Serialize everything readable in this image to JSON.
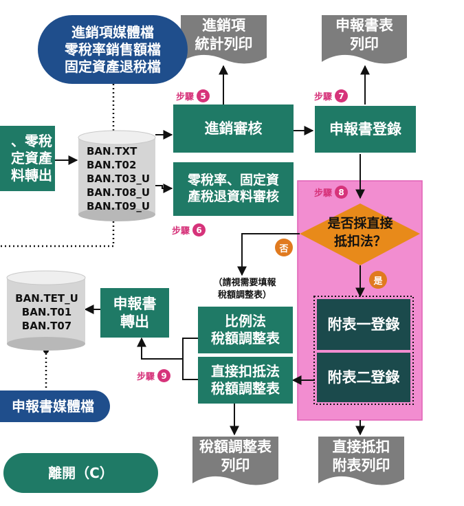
{
  "media_pill": {
    "lines": [
      "進銷項媒體檔",
      "零稅率銷售額檔",
      "固定資產退稅檔"
    ]
  },
  "left_partial": {
    "lines": [
      "、零稅",
      "定資產",
      "料轉出"
    ]
  },
  "db1": {
    "files": [
      "BAN.TXT",
      "BAN.T02",
      "BAN.T03_U",
      "BAN.T08_U",
      "BAN.T09_U"
    ]
  },
  "db2": {
    "files": [
      "BAN.TET_U",
      "BAN.T01",
      "BAN.T07"
    ]
  },
  "doc_purchase_stats": {
    "lines": [
      "進銷項",
      "統計列印"
    ]
  },
  "doc_report_print": {
    "lines": [
      "申報書表",
      "列印"
    ]
  },
  "doc_tax_adj_print": {
    "lines": [
      "稅額調整表",
      "列印"
    ]
  },
  "doc_direct_print": {
    "lines": [
      "直接抵扣",
      "附表列印"
    ]
  },
  "box_purchase_review": {
    "label": "進銷審核"
  },
  "box_report_register": {
    "label": "申報書登錄"
  },
  "box_zero_tax_review": {
    "lines": [
      "零稅率、固定資",
      "產稅退資料審核"
    ]
  },
  "box_report_export": {
    "lines": [
      "申報書",
      "轉出"
    ]
  },
  "box_proportional": {
    "lines": [
      "比例法",
      "稅額調整表"
    ]
  },
  "box_direct_deduct": {
    "lines": [
      "直接扣抵法",
      "稅額調整表"
    ]
  },
  "box_schedule1": {
    "label": "附表一登錄"
  },
  "box_schedule2": {
    "label": "附表二登錄"
  },
  "decision": {
    "lines": [
      "是否採直接",
      "抵扣法？"
    ]
  },
  "badge_no": "否",
  "badge_yes": "是",
  "note_fill": {
    "lines": [
      "（請視需要填報",
      "稅額調整表）"
    ]
  },
  "report_media_pill": {
    "label": "申報書媒體檔"
  },
  "exit_button": {
    "label": "離開（C）"
  },
  "steps": {
    "s5": {
      "label": "步驟",
      "num": "5"
    },
    "s6": {
      "label": "步驟",
      "num": "6"
    },
    "s7": {
      "label": "步驟",
      "num": "7"
    },
    "s8": {
      "label": "步驟",
      "num": "8"
    },
    "s9": {
      "label": "步驟",
      "num": "9"
    }
  },
  "colors": {
    "green": "#1f7a66",
    "navy": "#1f4e8c",
    "gray_doc": "#7d7d7d",
    "pink_region": "#f28dd0",
    "orange": "#e88a1a",
    "step_pink": "#d6337a",
    "dark_teal": "#1b4a4c"
  }
}
